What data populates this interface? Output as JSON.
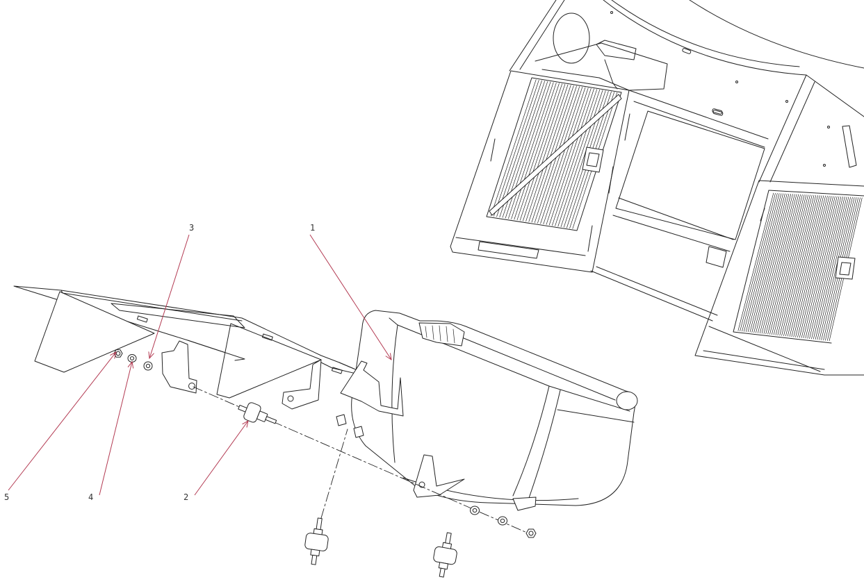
{
  "colors": {
    "line": "#222222",
    "leader": "#b33a52",
    "background": "#ffffff"
  },
  "callouts": [
    {
      "label": "1"
    },
    {
      "label": "2"
    },
    {
      "label": "3"
    },
    {
      "label": "4"
    },
    {
      "label": "5"
    }
  ]
}
